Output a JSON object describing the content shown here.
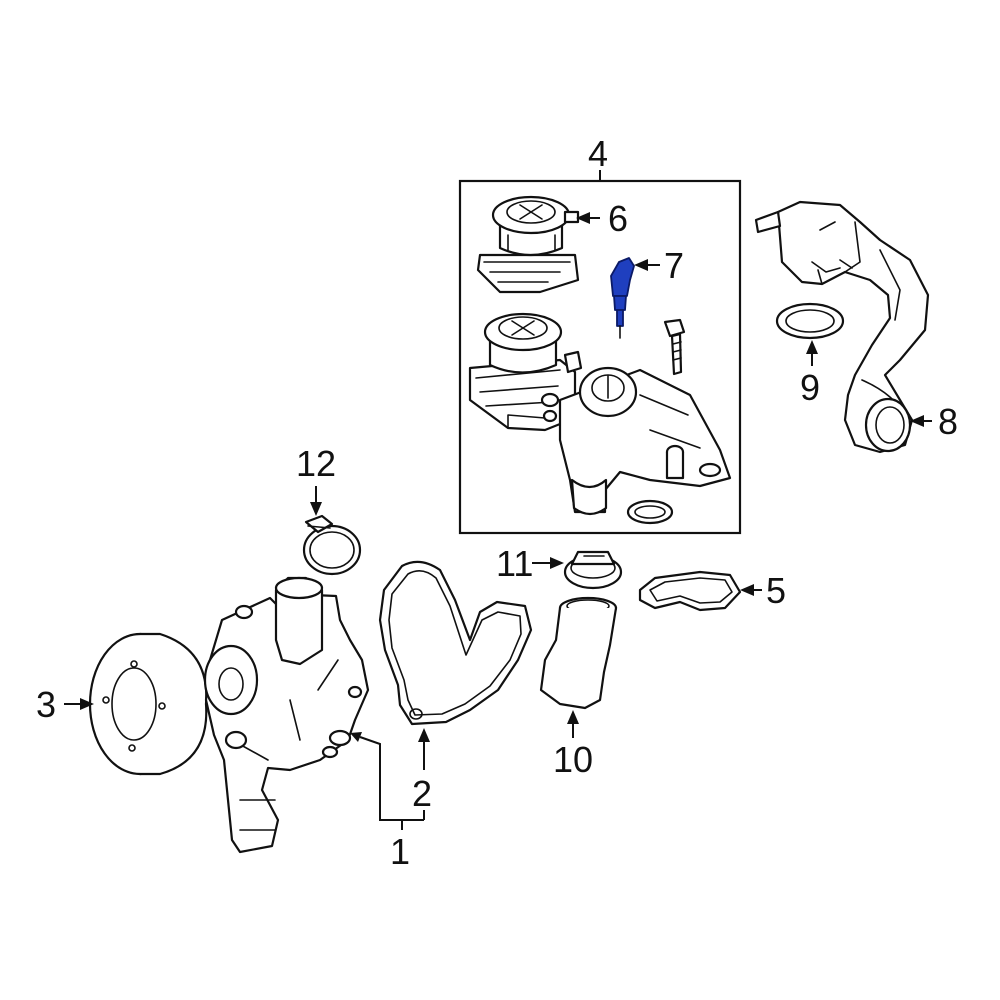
{
  "callouts": {
    "c1": "1",
    "c2": "2",
    "c3": "3",
    "c4": "4",
    "c5": "5",
    "c6": "6",
    "c7": "7",
    "c8": "8",
    "c9": "9",
    "c10": "10",
    "c11": "11",
    "c12": "12"
  },
  "colors": {
    "line": "#111111",
    "highlight": "#1f3fbf",
    "background": "#ffffff"
  }
}
